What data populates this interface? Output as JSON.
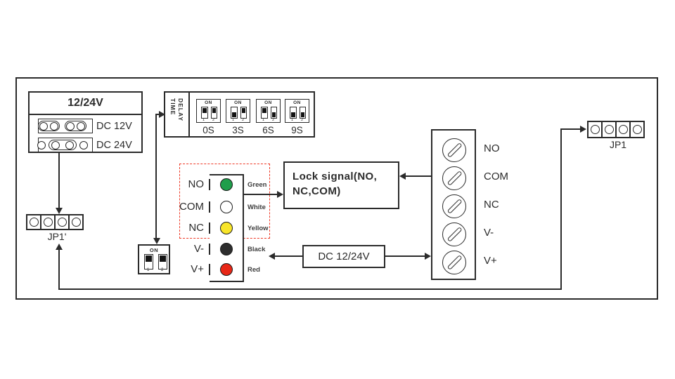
{
  "power_select": {
    "title": "12/24V",
    "rows": [
      {
        "label": "DC 12V",
        "bridged": "1-2,3-4"
      },
      {
        "label": "DC 24V",
        "bridged": "2-3"
      }
    ]
  },
  "time_delay": {
    "vertical_label_line1": "TIME",
    "vertical_label_line2": "DELAY",
    "units": [
      {
        "label": "0S",
        "on_label": "ON",
        "pin1": "1",
        "pin2": "2",
        "sw1": "up",
        "sw2": "up"
      },
      {
        "label": "3S",
        "on_label": "ON",
        "pin1": "1",
        "pin2": "2",
        "sw1": "down",
        "sw2": "up"
      },
      {
        "label": "6S",
        "on_label": "ON",
        "pin1": "1",
        "pin2": "2",
        "sw1": "up",
        "sw2": "down"
      },
      {
        "label": "9S",
        "on_label": "ON",
        "pin1": "1",
        "pin2": "2",
        "sw1": "down",
        "sw2": "down"
      }
    ]
  },
  "board_dip": {
    "on_label": "ON",
    "pin1": "1",
    "pin2": "2",
    "sw1": "up",
    "sw2": "up"
  },
  "connectors": {
    "jp1_prime": {
      "label": "JP1'"
    },
    "jp1": {
      "label": "JP1"
    }
  },
  "wire_block": {
    "rows": [
      {
        "terminal": "NO",
        "color_name": "Green",
        "color": "#1f9e4b"
      },
      {
        "terminal": "COM",
        "color_name": "White",
        "color": "#ffffff"
      },
      {
        "terminal": "NC",
        "color_name": "Yellow",
        "color": "#f8e52a"
      },
      {
        "terminal": "V-",
        "color_name": "Black",
        "color": "#2e2e2e"
      },
      {
        "terminal": "V+",
        "color_name": "Red",
        "color": "#e82717"
      }
    ]
  },
  "lock_signal": {
    "line1": "Lock signal(NO,",
    "line2": "NC,COM)"
  },
  "dc_label": {
    "label": "DC 12/24V"
  },
  "terminal_block": {
    "labels": [
      "NO",
      "COM",
      "NC",
      "V-",
      "V+"
    ]
  },
  "colors": {
    "line": "#2b2b2b",
    "dashed_box": "#ee3b28"
  }
}
